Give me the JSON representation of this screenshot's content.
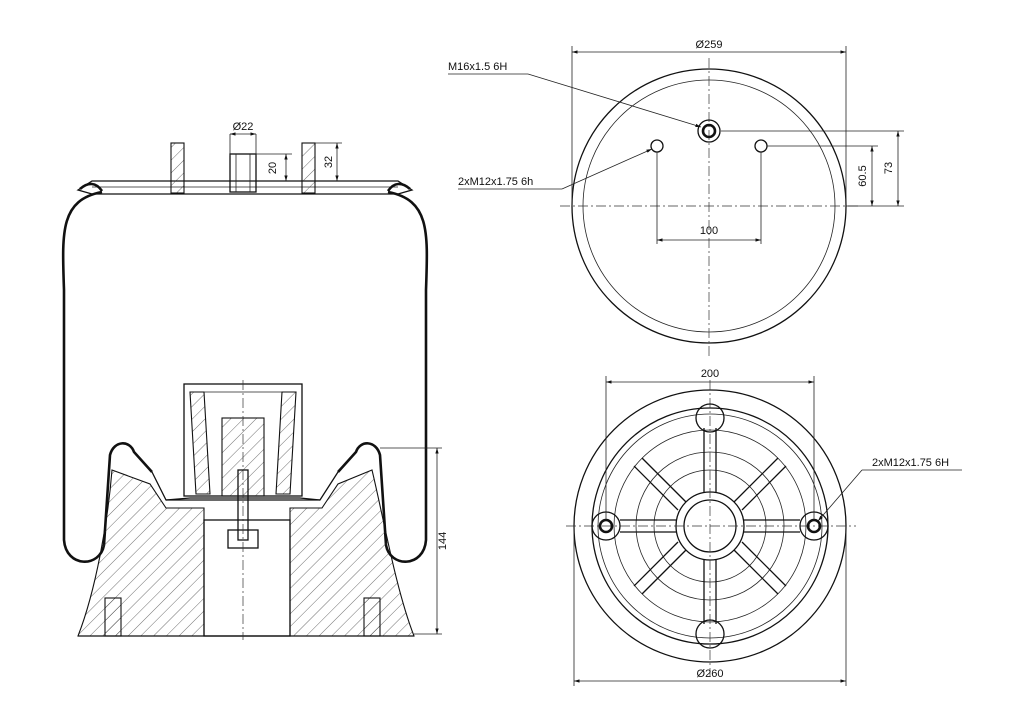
{
  "side_view": {
    "dim_diameter_stud": "Ø22",
    "dim_stud_20": "20",
    "dim_stud_32": "32",
    "dim_height": "144"
  },
  "top_view": {
    "dim_diameter": "Ø259",
    "label_center_thread": "M16x1.5 6H",
    "label_side_threads": "2xM12x1.75 6h",
    "dim_spacing": "100",
    "dim_offset_1": "60.5",
    "dim_offset_2": "73"
  },
  "bottom_view": {
    "dim_bolt_spacing": "200",
    "label_threads": "2xM12x1.75 6H",
    "dim_diameter": "Ø260"
  }
}
